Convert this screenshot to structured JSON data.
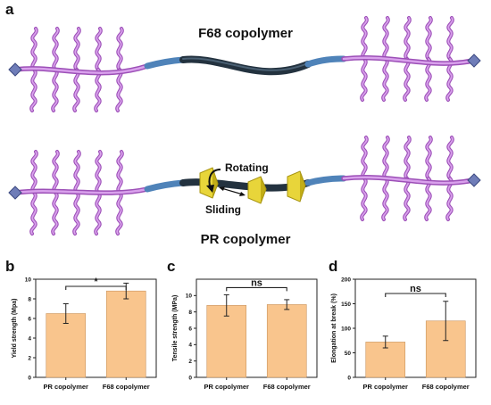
{
  "panels": {
    "a": "a",
    "b": "b",
    "c": "c",
    "d": "d"
  },
  "schematic": {
    "top_title": "F68 copolymer",
    "bottom_title": "PR copolymer",
    "rotating_label": "Rotating",
    "sliding_label": "Sliding",
    "colors": {
      "peg": "#c982e0",
      "peg_dark": "#9c4fb7",
      "ppg_blue": "#4f83b9",
      "ppg_dark": "#23323f",
      "cyclodextrin": "#d9c52b",
      "stopper": "#6f7db8"
    }
  },
  "chart_data": [
    {
      "type": "bar",
      "panel": "b",
      "categories": [
        "PR copolymer",
        "F68 copolymer"
      ],
      "values": [
        6.5,
        8.8
      ],
      "errors": [
        1.0,
        0.8
      ],
      "ylabel": "Yield strength (Mpa)",
      "ylim": [
        0,
        10
      ],
      "yticks": [
        0,
        2,
        4,
        6,
        8,
        10
      ],
      "significance": "*",
      "bar_color": "#f9c58d"
    },
    {
      "type": "bar",
      "panel": "c",
      "categories": [
        "PR copolymer",
        "F68 copolymer"
      ],
      "values": [
        8.8,
        8.9
      ],
      "errors": [
        1.3,
        0.6
      ],
      "ylabel": "Tensile strength (MPa)",
      "ylim": [
        0,
        12
      ],
      "yticks": [
        0,
        2,
        4,
        6,
        8,
        10
      ],
      "significance": "ns",
      "bar_color": "#f9c58d"
    },
    {
      "type": "bar",
      "panel": "d",
      "categories": [
        "PR copolymer",
        "F68 copolymer"
      ],
      "values": [
        72,
        115
      ],
      "errors": [
        12,
        40
      ],
      "ylabel": "Elongation at break (%)",
      "ylim": [
        0,
        200
      ],
      "yticks": [
        0,
        50,
        100,
        150,
        200
      ],
      "significance": "ns",
      "bar_color": "#f9c58d"
    }
  ]
}
